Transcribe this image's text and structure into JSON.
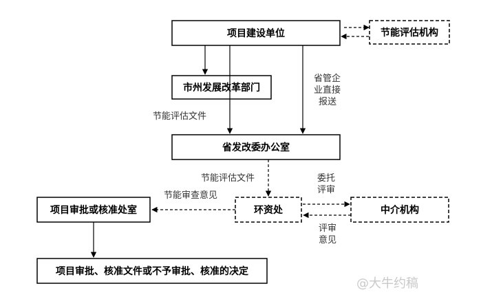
{
  "boxes": {
    "project_unit": "项目建设单位",
    "energy_agency": "节能评估机构",
    "city_ndrc": "市州发展改革部门",
    "province_ndrc_office": "省发改委办公室",
    "env_dept": "环资处",
    "intermediary": "中介机构",
    "review_office": "项目审批或核准处室",
    "decision": "项目审批、核准文件或不予审批、核准的决定"
  },
  "labels": {
    "provincial_direct_lines": [
      "省管企",
      "业直接",
      "报送"
    ],
    "energy_doc_left": "节能评估文件",
    "energy_doc_center": "节能评估文件",
    "review_opinion": "节能审查意见",
    "entrust_review_lines": [
      "委托",
      "评审"
    ],
    "review_opinion_right_lines": [
      "评审",
      "意见"
    ]
  },
  "watermark": "@大牛约稿"
}
